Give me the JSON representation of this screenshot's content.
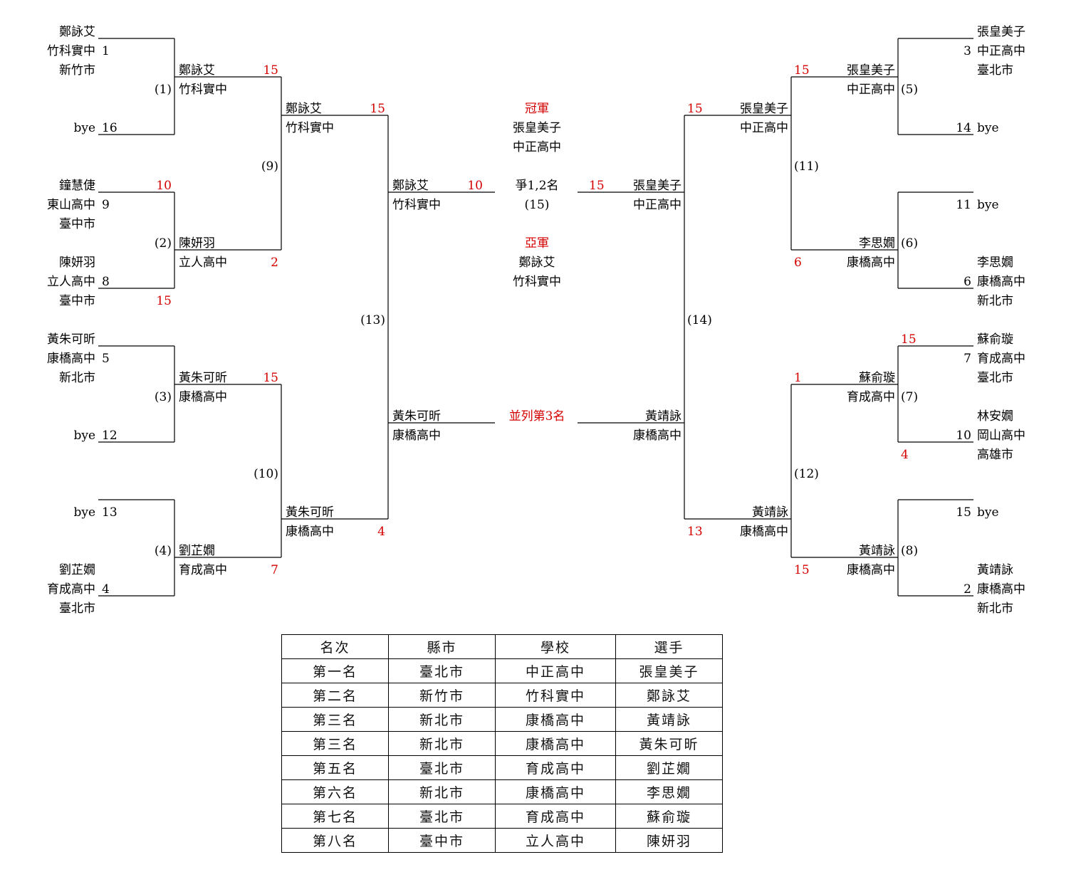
{
  "bracket": {
    "left": {
      "seeds": [
        {
          "name": "鄭詠艾",
          "school": "竹科實中",
          "city": "新竹市",
          "seed": "1"
        },
        {
          "name": "bye",
          "seed": "16"
        },
        {
          "name": "鐘慧倢",
          "school": "東山高中",
          "city": "臺中市",
          "seed": "9",
          "score": "10"
        },
        {
          "name": "陳妍羽",
          "school": "立人高中",
          "city": "臺中市",
          "seed": "8",
          "score": "15"
        },
        {
          "name": "黃朱可昕",
          "school": "康橋高中",
          "city": "新北市",
          "seed": "5"
        },
        {
          "name": "bye",
          "seed": "12"
        },
        {
          "name": "bye",
          "seed": "13"
        },
        {
          "name": "劉芷嫺",
          "school": "育成高中",
          "city": "臺北市",
          "seed": "4"
        }
      ],
      "round2": [
        {
          "name": "鄭詠艾",
          "school": "竹科實中",
          "score": "15"
        },
        {
          "name": "陳妍羽",
          "school": "立人高中",
          "score": "2"
        },
        {
          "name": "黃朱可昕",
          "school": "康橋高中",
          "score": "15"
        },
        {
          "name": "劉芷嫺",
          "school": "育成高中",
          "score": "7"
        }
      ],
      "round3": [
        {
          "name": "鄭詠艾",
          "school": "竹科實中",
          "score": "15"
        },
        {
          "name": "黃朱可昕",
          "school": "康橋高中",
          "score": "4"
        }
      ],
      "semi": [
        {
          "name": "鄭詠艾",
          "school": "竹科實中",
          "score": "10"
        },
        {
          "name": "黃朱可昕",
          "school": "康橋高中"
        }
      ]
    },
    "right": {
      "seeds": [
        {
          "name": "張皇美子",
          "school": "中正高中",
          "city": "臺北市",
          "seed": "3"
        },
        {
          "name": "bye",
          "seed": "14"
        },
        {
          "name": "bye",
          "seed": "11"
        },
        {
          "name": "李思嫺",
          "school": "康橋高中",
          "city": "新北市",
          "seed": "6"
        },
        {
          "name": "蘇俞璇",
          "school": "育成高中",
          "city": "臺北市",
          "seed": "7",
          "score": "15"
        },
        {
          "name": "林安嫺",
          "school": "岡山高中",
          "city": "高雄市",
          "seed": "10",
          "score": "4"
        },
        {
          "name": "bye",
          "seed": "15"
        },
        {
          "name": "黃靖詠",
          "school": "康橋高中",
          "city": "新北市",
          "seed": "2"
        }
      ],
      "round2": [
        {
          "name": "張皇美子",
          "school": "中正高中",
          "score": "15"
        },
        {
          "name": "李思嫺",
          "school": "康橋高中",
          "score": "6"
        },
        {
          "name": "蘇俞璇",
          "school": "育成高中",
          "score": "1"
        },
        {
          "name": "黃靖詠",
          "school": "康橋高中",
          "score": "15"
        }
      ],
      "round3": [
        {
          "name": "張皇美子",
          "school": "中正高中",
          "score": "15"
        },
        {
          "name": "黃靖詠",
          "school": "康橋高中",
          "score": "13"
        }
      ],
      "semi": [
        {
          "name": "張皇美子",
          "school": "中正高中",
          "score": "15"
        },
        {
          "name": "黃靖詠",
          "school": "康橋高中"
        }
      ]
    },
    "match_numbers": {
      "m1": "(1)",
      "m2": "(2)",
      "m3": "(3)",
      "m4": "(4)",
      "m5": "(5)",
      "m6": "(6)",
      "m7": "(7)",
      "m8": "(8)",
      "m9": "(9)",
      "m10": "(10)",
      "m11": "(11)",
      "m12": "(12)",
      "m13": "(13)",
      "m14": "(14)",
      "m15": "(15)"
    },
    "center": {
      "champion_label": "冠軍",
      "champion_name": "張皇美子",
      "champion_school": "中正高中",
      "final_label": "爭1,2名",
      "runner_up_label": "亞軍",
      "runner_up_name": "鄭詠艾",
      "runner_up_school": "竹科實中",
      "third_label": "並列第3名"
    }
  },
  "results_table": {
    "headers": [
      "名次",
      "縣市",
      "學校",
      "選手"
    ],
    "rows": [
      [
        "第一名",
        "臺北市",
        "中正高中",
        "張皇美子"
      ],
      [
        "第二名",
        "新竹市",
        "竹科實中",
        "鄭詠艾"
      ],
      [
        "第三名",
        "新北市",
        "康橋高中",
        "黃靖詠"
      ],
      [
        "第三名",
        "新北市",
        "康橋高中",
        "黃朱可昕"
      ],
      [
        "第五名",
        "臺北市",
        "育成高中",
        "劉芷嫺"
      ],
      [
        "第六名",
        "新北市",
        "康橋高中",
        "李思嫺"
      ],
      [
        "第七名",
        "臺北市",
        "育成高中",
        "蘇俞璇"
      ],
      [
        "第八名",
        "臺中市",
        "立人高中",
        "陳妍羽"
      ]
    ]
  },
  "colors": {
    "score": "#d40000",
    "champion_label": "#d40000",
    "line": "#000000"
  }
}
